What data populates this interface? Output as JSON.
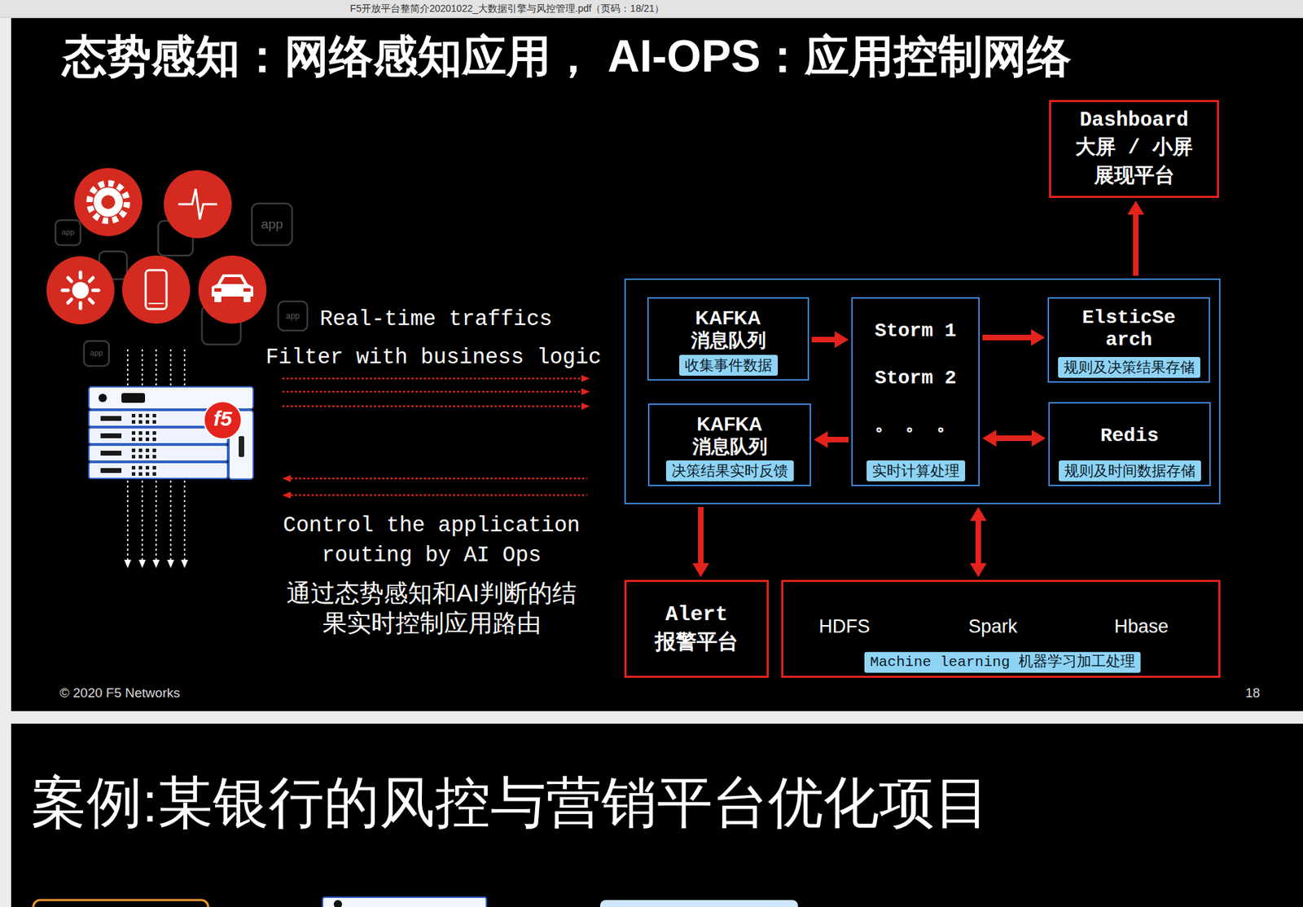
{
  "diagram": {
    "title": "态势感知：网络感知应用， AI-OPS：应用控制网络",
    "nodes": [
      {
        "text": [
          "Dashboard 大屏 / 小屏 展现平台"
        ]
      },
      {
        "text": []
      },
      {
        "text": [
          "KAFKA 消息队列",
          "收集事件数据"
        ],
        "in": 1
      },
      {
        "text": [
          "Storm 1",
          "Storm 2",
          "。 。 。",
          "实时计算处理"
        ],
        "in": 1
      },
      {
        "text": [
          "ElsticSe arch",
          "规则及决策结果存储"
        ],
        "in": 1
      },
      {
        "text": [
          "KAFKA 消息队列",
          "决策结果实时反馈"
        ],
        "in": 1
      },
      {
        "text": [
          "Redis",
          "规则及时间数据存储"
        ],
        "in": 1
      },
      {
        "text": [
          "Alert 报警平台"
        ]
      },
      {
        "text": [
          "HDFS",
          "Spark",
          "Hbase",
          "Machine learning 机器学习加工处理"
        ]
      }
    ],
    "edges": [
      {
        "from": 2,
        "to": 3,
        "arrow": "to"
      },
      {
        "from": 3,
        "to": 5,
        "arrow": "to"
      },
      {
        "from": 3,
        "to": 4,
        "arrow": "to"
      },
      {
        "from": 3,
        "to": 6,
        "arrow": "both"
      },
      {
        "from": 1,
        "to": 0,
        "arrow": "to"
      },
      {
        "from": 1,
        "to": 7,
        "arrow": "to"
      },
      {
        "from": 1,
        "to": 8,
        "arrow": "both"
      }
    ],
    "labels": [
      "F5开放平台整简介20201022_大数据引擎与风控管理.pdf（页码：18/21）",
      "app",
      "app",
      "app",
      "app",
      "f5",
      "Real-time traffics",
      "Filter with business logic",
      "Control the application routing by AI Ops",
      "通过态势感知和AI判断的结果实时控制应用路由",
      "© 2020 F5 Networks",
      "18",
      "案例:某银行的风控与营销平台优化项目"
    ]
  }
}
